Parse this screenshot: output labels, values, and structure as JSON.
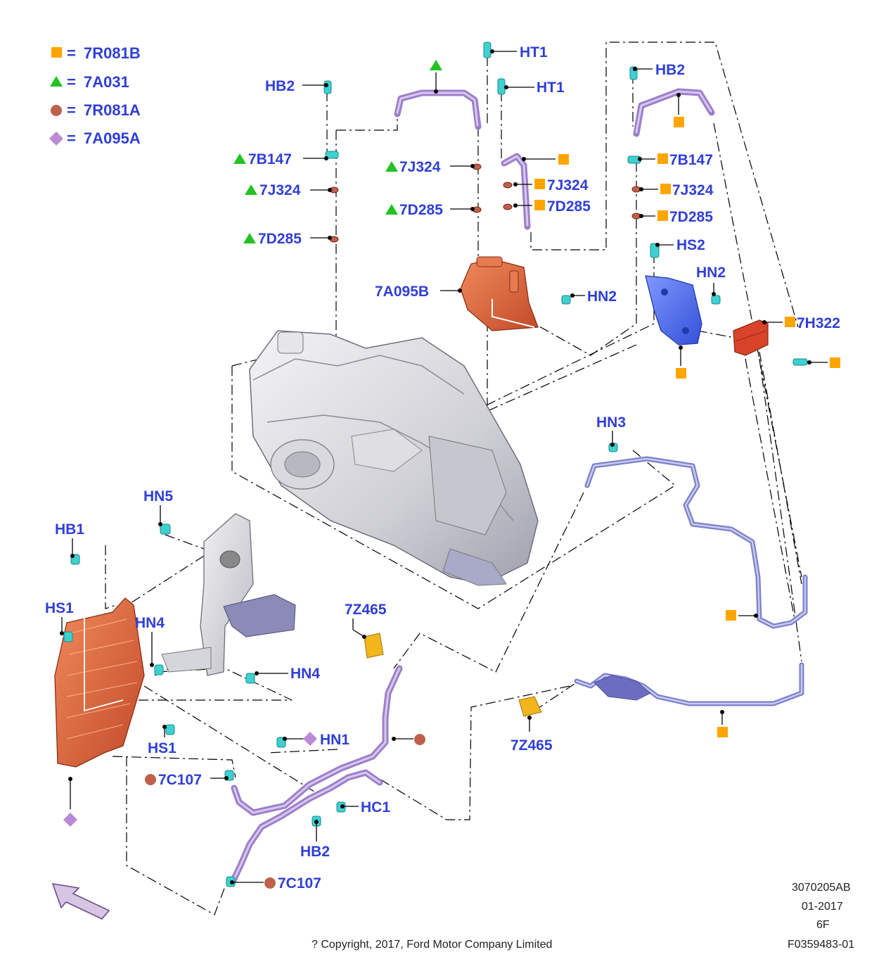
{
  "colors": {
    "label": "#2f3fd6",
    "square_marker": "#ffa500",
    "triangle_marker": "#22c322",
    "circle_marker": "#c0604a",
    "diamond_marker": "#b98ad6",
    "cooler_red": "#d95a36",
    "bracket_blue": "#4a64e8",
    "hose_purple": "#9c7fc9",
    "clip_cyan": "#3fd0d0"
  },
  "legend": [
    {
      "shape": "square",
      "icon": "square-marker-icon",
      "equals": "=",
      "part": "7R081B"
    },
    {
      "shape": "triangle",
      "icon": "triangle-marker-icon",
      "equals": "=",
      "part": "7A031"
    },
    {
      "shape": "circle",
      "icon": "circle-marker-icon",
      "equals": "=",
      "part": "7R081A"
    },
    {
      "shape": "diamond",
      "icon": "diamond-marker-icon",
      "equals": "=",
      "part": "7A095A"
    }
  ],
  "callouts": {
    "ht1_top": "HT1",
    "ht1_lower": "HT1",
    "hb2_left": "HB2",
    "hb2_right": "HB2",
    "hb2_bottom": "HB2",
    "b147_left": "7B147",
    "j324_center": "7J324",
    "j324_left": "7J324",
    "j324_mid": "7J324",
    "j324_right": "7J324",
    "d285_center": "7D285",
    "d285_left": "7D285",
    "d285_mid": "7D285",
    "d285_right": "7D285",
    "b147_right": "7B147",
    "hs2": "HS2",
    "hn2_right": "HN2",
    "hn2_center": "HN2",
    "a095b": "7A095B",
    "h322": "7H322",
    "hn3": "HN3",
    "hn5": "HN5",
    "hb1": "HB1",
    "hs1_top": "HS1",
    "hs1_bottom": "HS1",
    "hn4_top": "HN4",
    "hn4_right": "HN4",
    "z465_top": "7Z465",
    "z465_bottom": "7Z465",
    "hn1": "HN1",
    "c107_top": "7C107",
    "c107_bottom": "7C107",
    "hc1": "HC1"
  },
  "metadata": {
    "code": "3070205AB",
    "date": "01-2017",
    "variant": "6F",
    "figure": "F0359483-01",
    "copyright": "? Copyright, 2017, Ford Motor Company Limited"
  }
}
